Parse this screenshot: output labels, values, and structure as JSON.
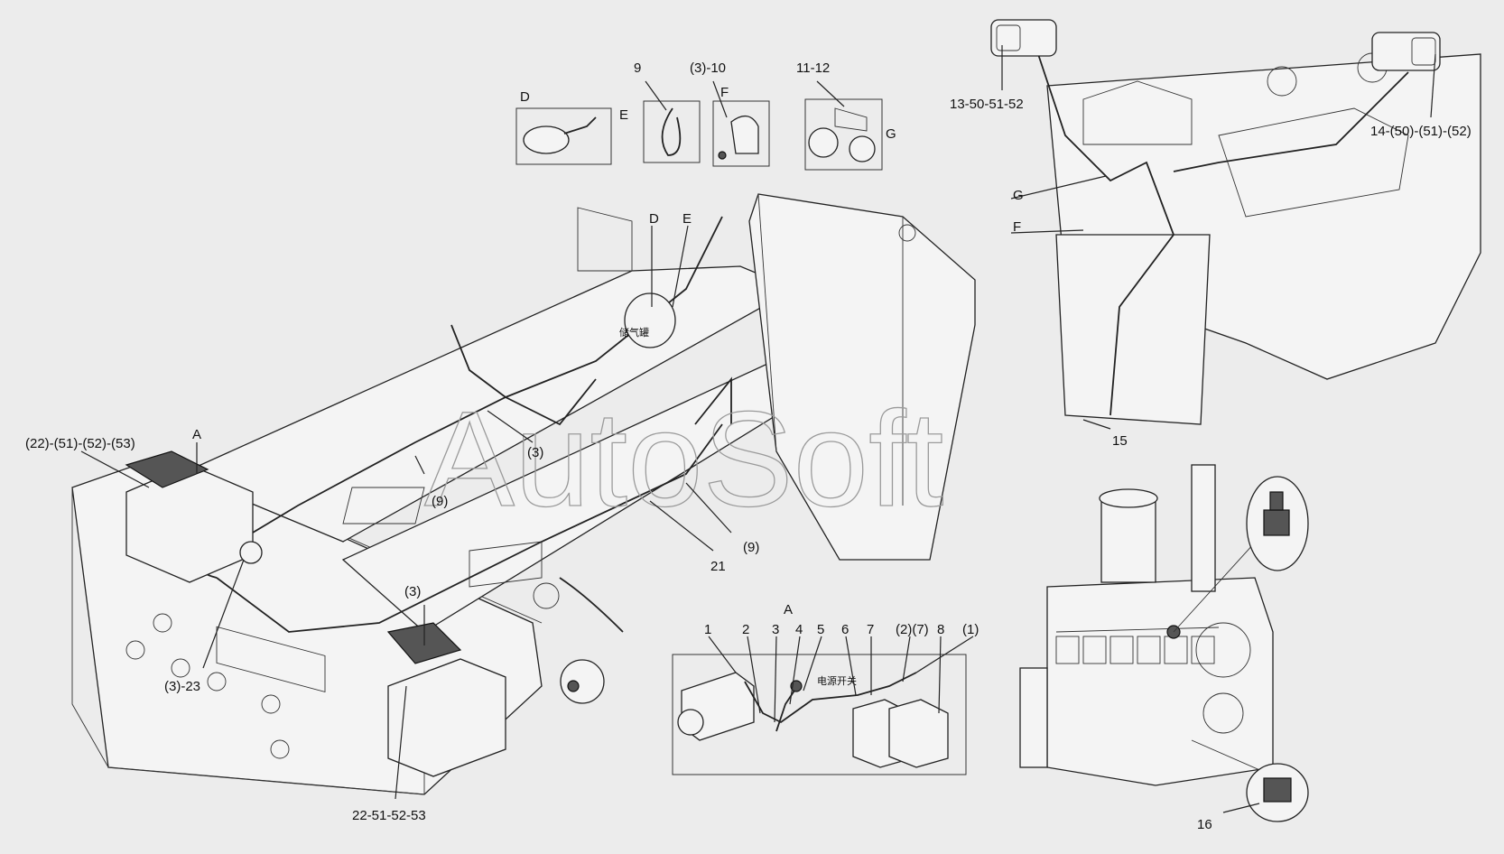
{
  "watermark": "AutoSoft",
  "detail_views": {
    "D": "D",
    "E": "E",
    "F": "F",
    "G": "G",
    "A": "A"
  },
  "callouts": {
    "c9_top": "9",
    "c3_10": "(3)-10",
    "c11_12": "11-12",
    "c13_50_51_52": "13-50-51-52",
    "c14_50_51_52": "14-(50)-(51)-(52)",
    "cG_cab": "G",
    "cF_cab": "F",
    "c15": "15",
    "cD_frame": "D",
    "cE_frame": "E",
    "cA_frame": "A",
    "c22_51_52_53_paren": "(22)-(51)-(52)-(53)",
    "c3_mid": "(3)",
    "c9_left": "(9)",
    "c9_right": "(9)",
    "c21": "21",
    "c3_low": "(3)",
    "c3_23": "(3)-23",
    "c22_51_52_53": "22-51-52-53",
    "c16": "16"
  },
  "schematic_a": {
    "title": "A",
    "numbers": [
      "1",
      "2",
      "3",
      "4",
      "5",
      "6",
      "7",
      "(2)(7)",
      "8",
      "(1)"
    ],
    "switch_label": "电源开关"
  },
  "frame_text": "储气罐"
}
